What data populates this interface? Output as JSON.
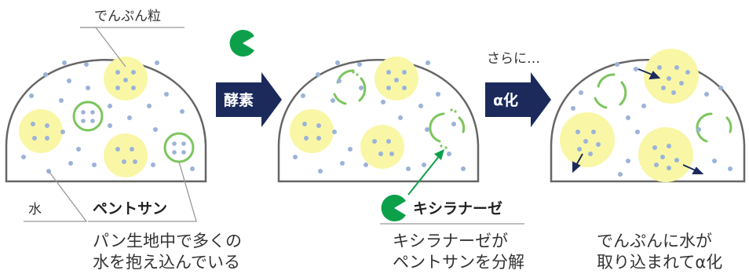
{
  "labels": {
    "starch_granule": "でんぷん粒",
    "water": "水",
    "pentosan": "ペントサン",
    "enzyme": "酵素",
    "further": "さらに…",
    "alpha": "α化",
    "xylanase": "キシラナーゼ"
  },
  "captions": {
    "panel1_line1": "パン生地中で多くの",
    "panel1_line2": "水を抱え込んでいる",
    "panel2_line1": "キシラナーゼが",
    "panel2_line2": "ペントサンを分解",
    "panel3_line1": "でんぷんに水が",
    "panel3_line2": "取り込まれてα化"
  },
  "colors": {
    "starch_fill": "#f9f7a6",
    "water_dot": "#9bb3d8",
    "pentosan_ring": "#7cc55e",
    "enzyme_green": "#0da04a",
    "arrow_navy": "#1b2a5b",
    "outline_gray": "#666666"
  }
}
